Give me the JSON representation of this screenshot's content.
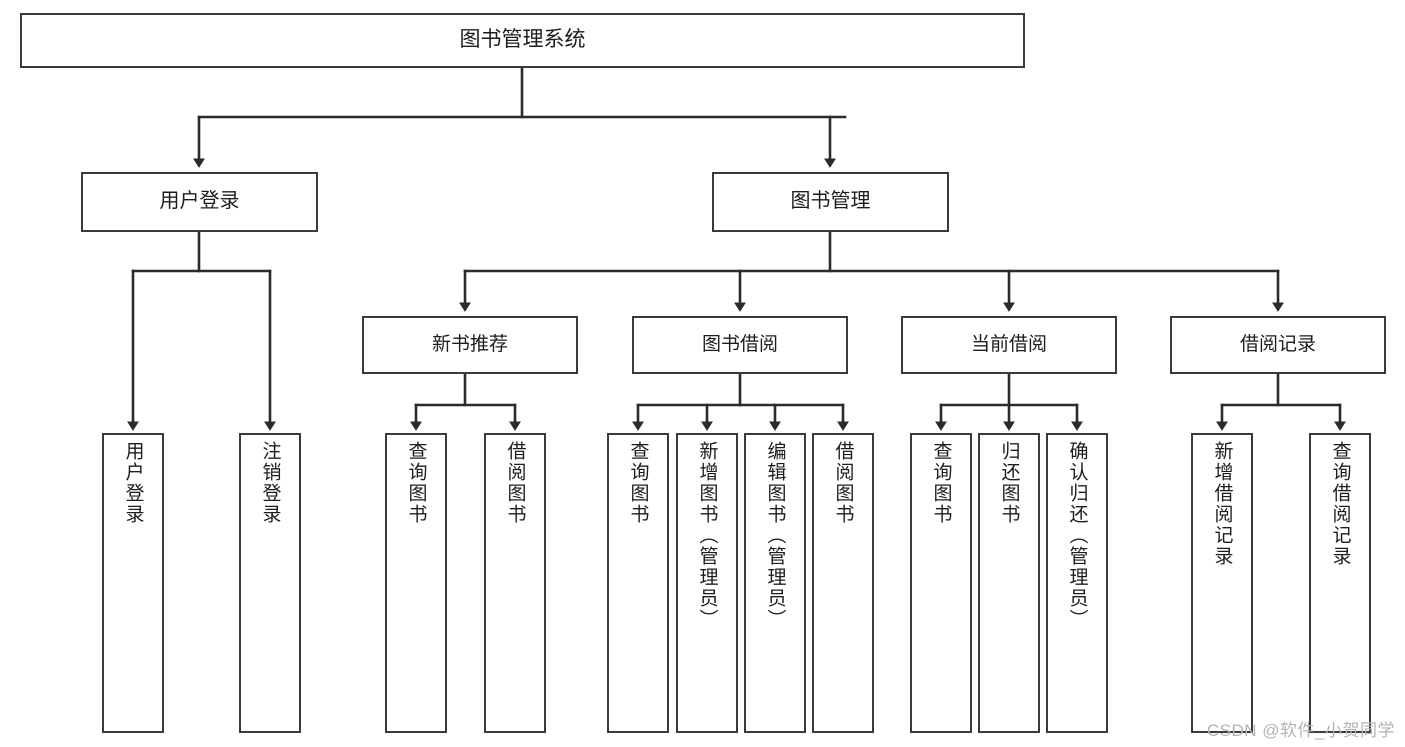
{
  "diagram": {
    "title": "图书管理系统",
    "type": "function-hierarchy-tree",
    "watermark": "CSDN @软件_小贺同学",
    "colors": {
      "box_border": "#3a3a3a",
      "box_fill": "#ffffff",
      "connector": "#2b2b2b",
      "text": "#1d1d1d",
      "watermark": "#b4b4b4",
      "background": "#ffffff"
    },
    "root": {
      "id": "root",
      "label": "图书管理系统"
    },
    "level2": [
      {
        "id": "l2-login",
        "label": "用户登录"
      },
      {
        "id": "l2-book-mgmt",
        "label": "图书管理"
      }
    ],
    "level3": [
      {
        "id": "l3-new-book",
        "label": "新书推荐",
        "parent": "l2-book-mgmt"
      },
      {
        "id": "l3-borrow",
        "label": "图书借阅",
        "parent": "l2-book-mgmt"
      },
      {
        "id": "l3-current",
        "label": "当前借阅",
        "parent": "l2-book-mgmt"
      },
      {
        "id": "l3-record",
        "label": "借阅记录",
        "parent": "l2-book-mgmt"
      }
    ],
    "leaves": [
      {
        "id": "leaf-1",
        "label": "用户登录",
        "parent": "l2-login"
      },
      {
        "id": "leaf-2",
        "label": "注销登录",
        "parent": "l2-login"
      },
      {
        "id": "leaf-3",
        "label": "查询图书",
        "parent": "l3-new-book"
      },
      {
        "id": "leaf-4",
        "label": "借阅图书",
        "parent": "l3-new-book"
      },
      {
        "id": "leaf-5",
        "label": "查询图书",
        "parent": "l3-borrow"
      },
      {
        "id": "leaf-6",
        "label": "新增图书（管理员）",
        "parent": "l3-borrow"
      },
      {
        "id": "leaf-7",
        "label": "编辑图书（管理员）",
        "parent": "l3-borrow"
      },
      {
        "id": "leaf-8",
        "label": "借阅图书",
        "parent": "l3-borrow"
      },
      {
        "id": "leaf-9",
        "label": "查询图书",
        "parent": "l3-current"
      },
      {
        "id": "leaf-10",
        "label": "归还图书",
        "parent": "l3-current"
      },
      {
        "id": "leaf-11",
        "label": "确认归还（管理员）",
        "parent": "l3-current"
      },
      {
        "id": "leaf-12",
        "label": "新增借阅记录",
        "parent": "l3-record"
      },
      {
        "id": "leaf-13",
        "label": "查询借阅记录",
        "parent": "l3-record"
      }
    ]
  }
}
